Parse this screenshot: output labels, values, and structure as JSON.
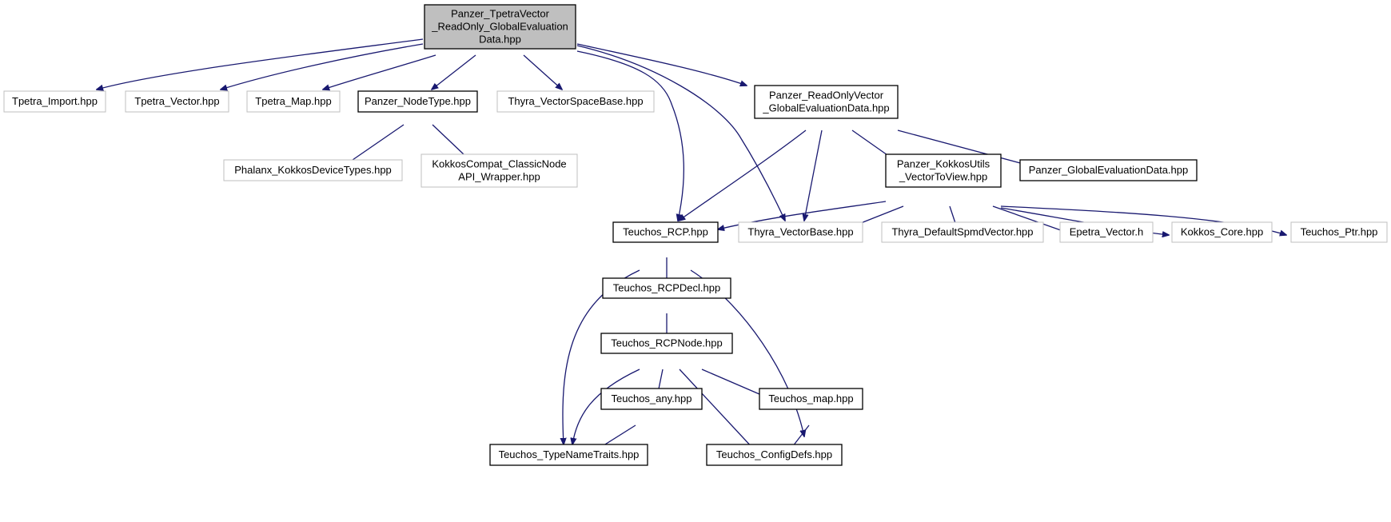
{
  "diagram": {
    "type": "include-dependency-graph",
    "colors": {
      "edge": "#191970",
      "root_fill": "#bfbfbf",
      "node_border": "#000000",
      "external_border": "#bfbfbf"
    },
    "nodes": [
      {
        "id": "root",
        "lines": [
          "Panzer_TpetraVector",
          "_ReadOnly_GlobalEvaluation",
          "Data.hpp"
        ],
        "style": "root"
      },
      {
        "id": "tpetra_import",
        "lines": [
          "Tpetra_Import.hpp"
        ],
        "style": "external"
      },
      {
        "id": "tpetra_vector",
        "lines": [
          "Tpetra_Vector.hpp"
        ],
        "style": "external"
      },
      {
        "id": "tpetra_map",
        "lines": [
          "Tpetra_Map.hpp"
        ],
        "style": "external"
      },
      {
        "id": "panzer_nodetype",
        "lines": [
          "Panzer_NodeType.hpp"
        ],
        "style": "normal"
      },
      {
        "id": "thyra_vsb",
        "lines": [
          "Thyra_VectorSpaceBase.hpp"
        ],
        "style": "external"
      },
      {
        "id": "panzer_rovged",
        "lines": [
          "Panzer_ReadOnlyVector",
          "_GlobalEvaluationData.hpp"
        ],
        "style": "normal"
      },
      {
        "id": "phalanx_kdt",
        "lines": [
          "Phalanx_KokkosDeviceTypes.hpp"
        ],
        "style": "external"
      },
      {
        "id": "kokkoscompat",
        "lines": [
          "KokkosCompat_ClassicNode",
          "API_Wrapper.hpp"
        ],
        "style": "external"
      },
      {
        "id": "panzer_kutv",
        "lines": [
          "Panzer_KokkosUtils",
          "_VectorToView.hpp"
        ],
        "style": "normal"
      },
      {
        "id": "panzer_ged",
        "lines": [
          "Panzer_GlobalEvaluationData.hpp"
        ],
        "style": "normal"
      },
      {
        "id": "teuchos_rcp",
        "lines": [
          "Teuchos_RCP.hpp"
        ],
        "style": "normal"
      },
      {
        "id": "thyra_vb",
        "lines": [
          "Thyra_VectorBase.hpp"
        ],
        "style": "external"
      },
      {
        "id": "thyra_dsv",
        "lines": [
          "Thyra_DefaultSpmdVector.hpp"
        ],
        "style": "external"
      },
      {
        "id": "epetra_vector",
        "lines": [
          "Epetra_Vector.h"
        ],
        "style": "external"
      },
      {
        "id": "kokkos_core",
        "lines": [
          "Kokkos_Core.hpp"
        ],
        "style": "external"
      },
      {
        "id": "teuchos_ptr",
        "lines": [
          "Teuchos_Ptr.hpp"
        ],
        "style": "external"
      },
      {
        "id": "teuchos_rcpdecl",
        "lines": [
          "Teuchos_RCPDecl.hpp"
        ],
        "style": "normal"
      },
      {
        "id": "teuchos_rcpnode",
        "lines": [
          "Teuchos_RCPNode.hpp"
        ],
        "style": "normal"
      },
      {
        "id": "teuchos_any",
        "lines": [
          "Teuchos_any.hpp"
        ],
        "style": "normal"
      },
      {
        "id": "teuchos_map",
        "lines": [
          "Teuchos_map.hpp"
        ],
        "style": "normal"
      },
      {
        "id": "teuchos_tnt",
        "lines": [
          "Teuchos_TypeNameTraits.hpp"
        ],
        "style": "normal"
      },
      {
        "id": "teuchos_configdefs",
        "lines": [
          "Teuchos_ConfigDefs.hpp"
        ],
        "style": "normal"
      }
    ],
    "edges": [
      [
        "root",
        "tpetra_import"
      ],
      [
        "root",
        "tpetra_vector"
      ],
      [
        "root",
        "tpetra_map"
      ],
      [
        "root",
        "panzer_nodetype"
      ],
      [
        "root",
        "thyra_vsb"
      ],
      [
        "root",
        "panzer_rovged"
      ],
      [
        "root",
        "teuchos_rcp"
      ],
      [
        "root",
        "thyra_vb"
      ],
      [
        "panzer_nodetype",
        "phalanx_kdt"
      ],
      [
        "panzer_nodetype",
        "kokkoscompat"
      ],
      [
        "panzer_rovged",
        "teuchos_rcp"
      ],
      [
        "panzer_rovged",
        "thyra_vb"
      ],
      [
        "panzer_rovged",
        "panzer_kutv"
      ],
      [
        "panzer_rovged",
        "panzer_ged"
      ],
      [
        "panzer_kutv",
        "teuchos_rcp"
      ],
      [
        "panzer_kutv",
        "thyra_vb"
      ],
      [
        "panzer_kutv",
        "thyra_dsv"
      ],
      [
        "panzer_kutv",
        "epetra_vector"
      ],
      [
        "panzer_kutv",
        "kokkos_core"
      ],
      [
        "panzer_kutv",
        "teuchos_ptr"
      ],
      [
        "teuchos_rcp",
        "teuchos_rcpdecl"
      ],
      [
        "teuchos_rcp",
        "teuchos_tnt"
      ],
      [
        "teuchos_rcp",
        "teuchos_map"
      ],
      [
        "teuchos_rcpdecl",
        "teuchos_rcpnode"
      ],
      [
        "teuchos_rcpnode",
        "teuchos_any"
      ],
      [
        "teuchos_rcpnode",
        "teuchos_map"
      ],
      [
        "teuchos_rcpnode",
        "teuchos_tnt"
      ],
      [
        "teuchos_rcpnode",
        "teuchos_configdefs"
      ],
      [
        "teuchos_any",
        "teuchos_tnt"
      ],
      [
        "teuchos_map",
        "teuchos_configdefs"
      ]
    ]
  }
}
